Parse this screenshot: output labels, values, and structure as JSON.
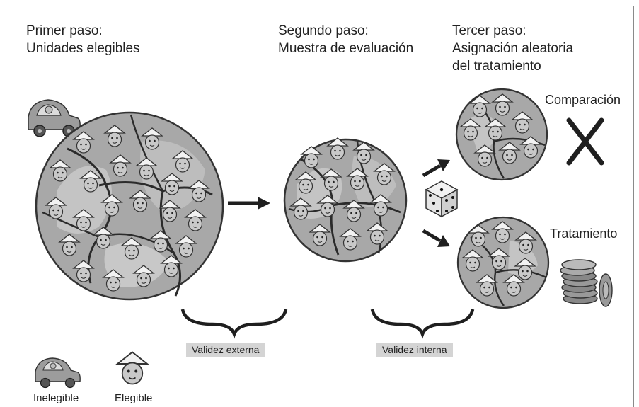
{
  "steps": {
    "first": {
      "line1": "Primer paso:",
      "line2": "Unidades elegibles"
    },
    "second": {
      "line1": "Segundo paso:",
      "line2": "Muestra de evaluación"
    },
    "third": {
      "line1": "Tercer paso:",
      "line2": "Asignación aleatoria",
      "line3": "del tratamiento"
    }
  },
  "groups": {
    "comparison": "Comparación",
    "treatment": "Tratamiento"
  },
  "validity": {
    "external": "Validez externa",
    "internal": "Validez interna"
  },
  "legend": {
    "ineligible": "Inelegible",
    "eligible": "Elegible"
  },
  "icons": [
    "car-icon",
    "farmer-icon",
    "globe-icon",
    "dice-icon",
    "coins-icon",
    "cross-icon",
    "arrow-icon",
    "brace-icon"
  ],
  "colors": {
    "globe_fill": "#a9a9a9",
    "crack": "#2b2b2b",
    "tag_bg": "#d4d4d4",
    "ink": "#1f1f1f"
  }
}
